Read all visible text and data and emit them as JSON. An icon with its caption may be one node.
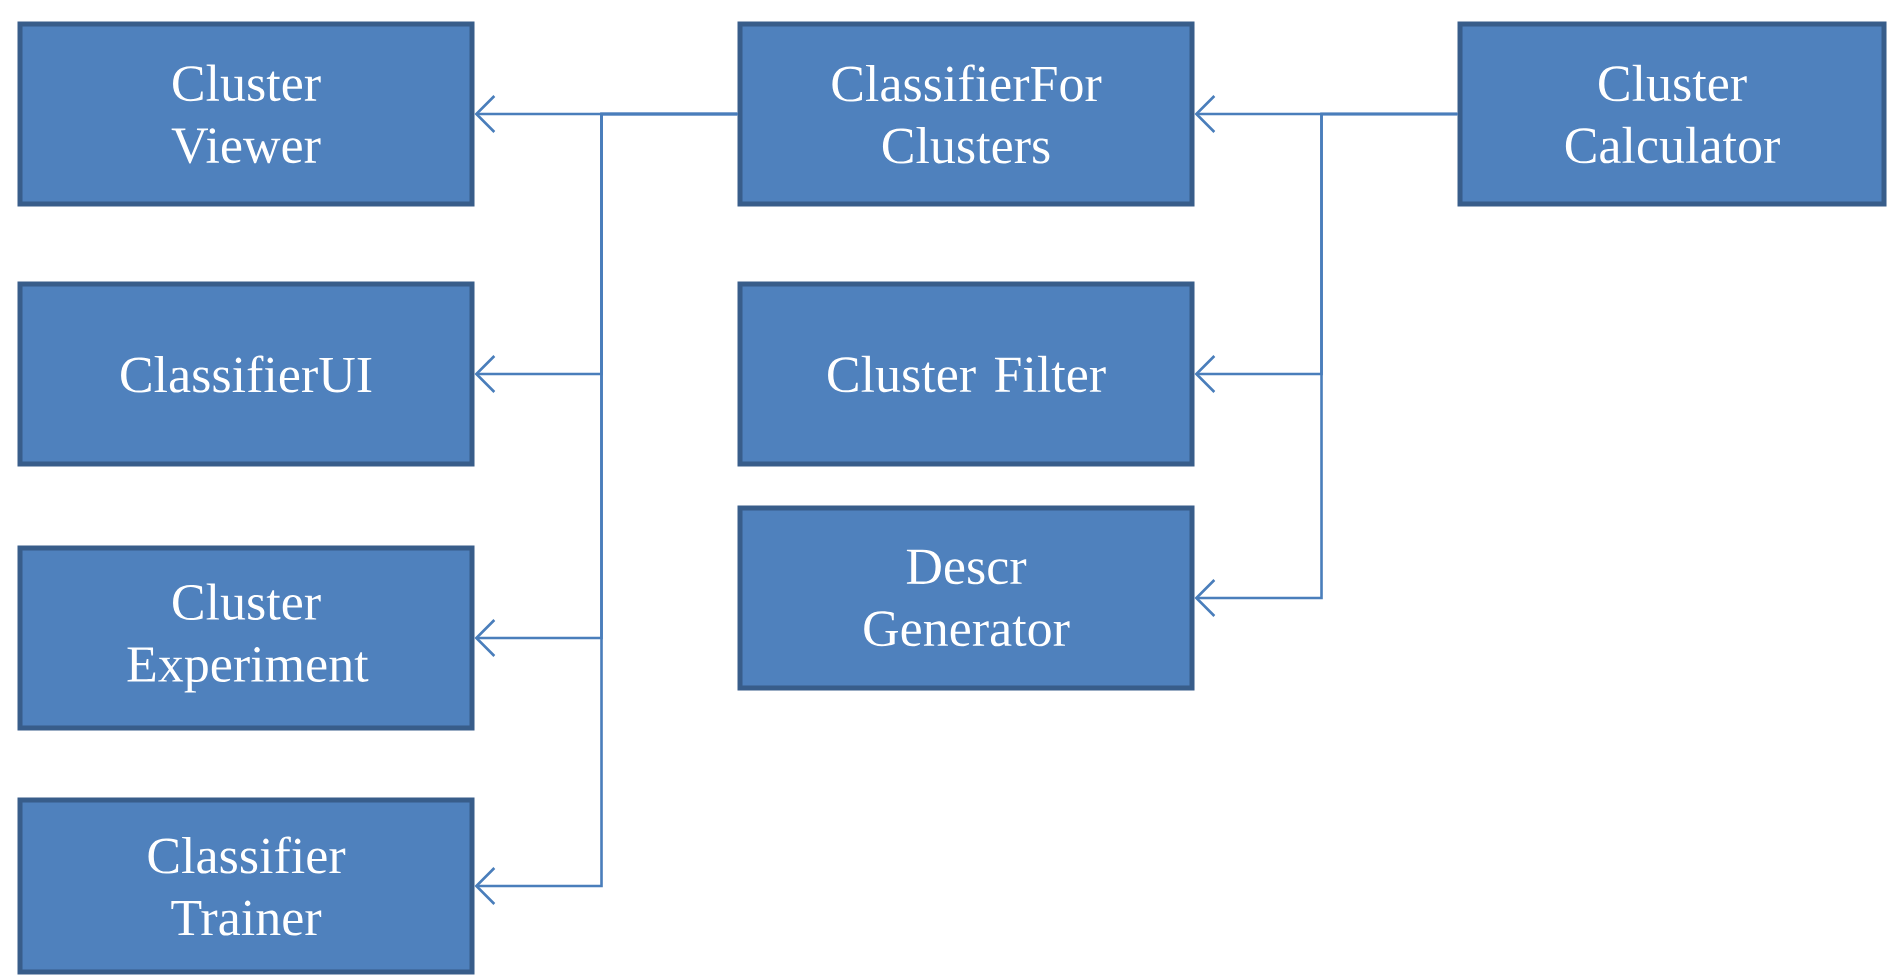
{
  "diagram": {
    "nodes": [
      {
        "text": [
          "Cluster Viewer"
        ]
      },
      {
        "text": [
          "ClassifierFor Clusters"
        ]
      },
      {
        "text": [
          "Cluster Calculator"
        ]
      },
      {
        "text": [
          "ClassifierUI"
        ]
      },
      {
        "text": [
          "Cluster Filter"
        ]
      },
      {
        "text": [
          "Descr Generator"
        ]
      },
      {
        "text": [
          "Cluster Experiment"
        ]
      },
      {
        "text": [
          "Classifier Trainer"
        ]
      }
    ],
    "edges": [
      {
        "from": 1,
        "to": 0,
        "arrow": "to"
      },
      {
        "from": 1,
        "to": 3,
        "arrow": "to"
      },
      {
        "from": 1,
        "to": 6,
        "arrow": "to"
      },
      {
        "from": 1,
        "to": 7,
        "arrow": "to"
      },
      {
        "from": 2,
        "to": 1,
        "arrow": "to"
      },
      {
        "from": 2,
        "to": 4,
        "arrow": "to"
      },
      {
        "from": 2,
        "to": 5,
        "arrow": "to"
      }
    ]
  }
}
